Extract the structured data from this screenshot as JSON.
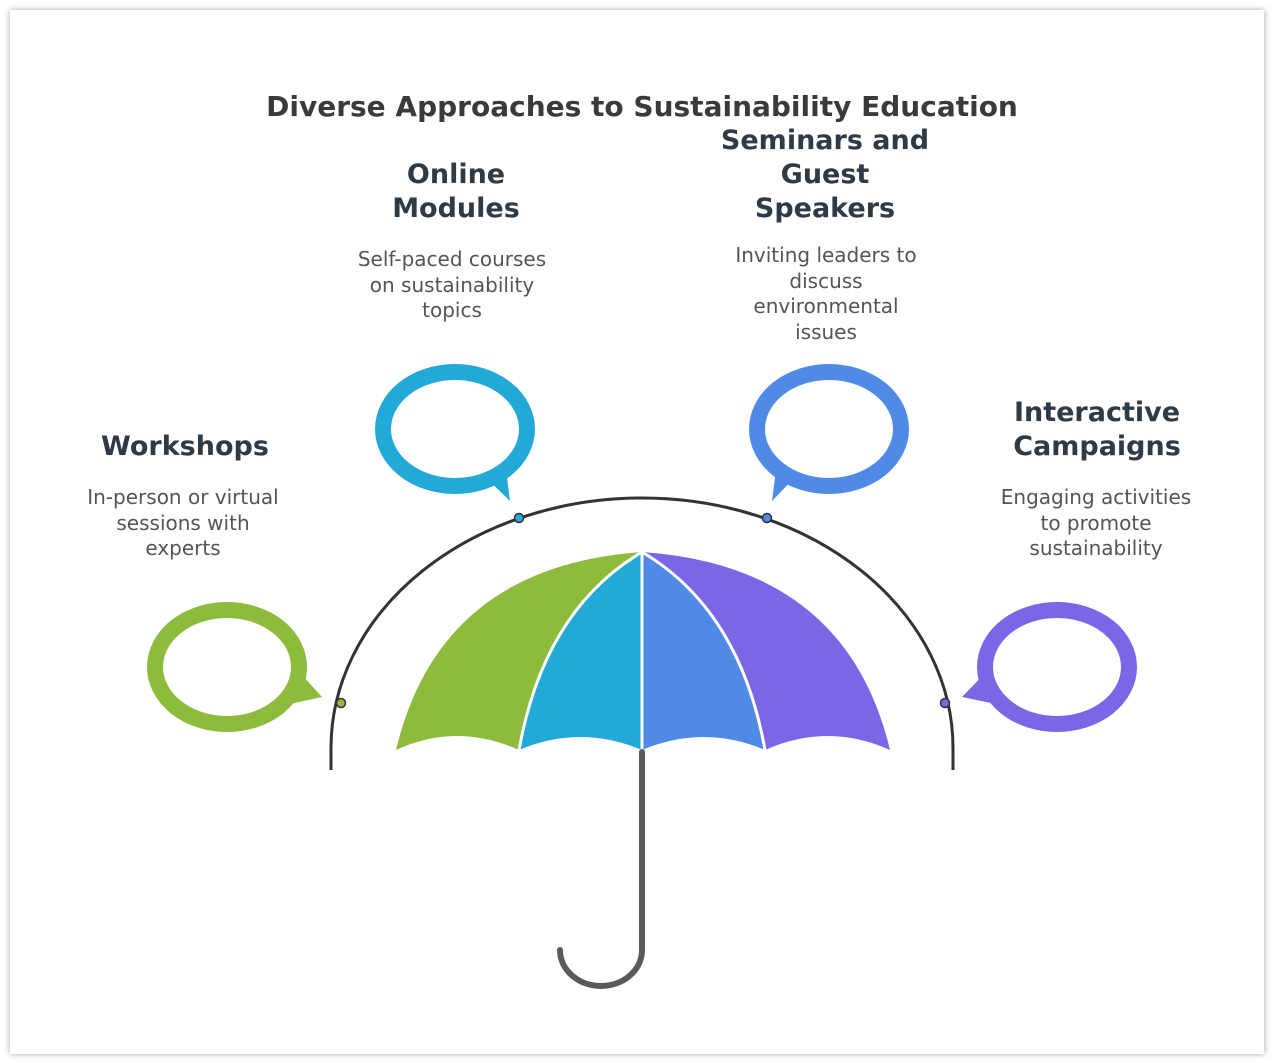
{
  "title": "Diverse Approaches to Sustainability Education",
  "items": [
    {
      "heading": [
        "Workshops"
      ],
      "description": [
        "In-person or virtual",
        "sessions with",
        "experts"
      ],
      "color": "#8DBB3C"
    },
    {
      "heading": [
        "Online",
        "Modules"
      ],
      "description": [
        "Self-paced courses",
        "on sustainability",
        "topics"
      ],
      "color": "#22A9D8"
    },
    {
      "heading": [
        "Seminars and",
        "Guest",
        "Speakers"
      ],
      "description": [
        "Inviting leaders to",
        "discuss",
        "environmental",
        "issues"
      ],
      "color": "#4F8BE6"
    },
    {
      "heading": [
        "Interactive",
        "Campaigns"
      ],
      "description": [
        "Engaging activities",
        "to promote",
        "sustainability"
      ],
      "color": "#7C66E6"
    }
  ]
}
